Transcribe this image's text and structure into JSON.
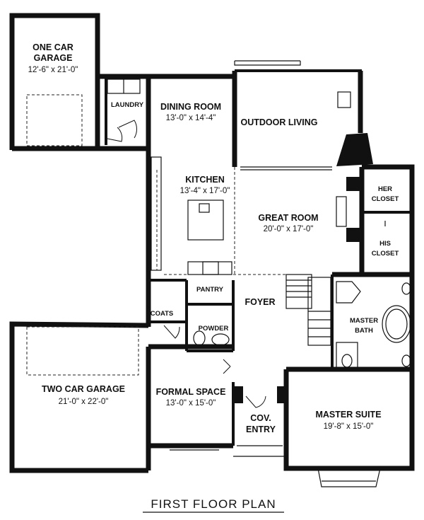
{
  "rooms": {
    "one_car_garage": {
      "name_line1": "ONE CAR",
      "name_line2": "GARAGE",
      "size": "12'-6\" x 21'-0\""
    },
    "laundry": {
      "name": "LAUNDRY"
    },
    "dining_room": {
      "name": "DINING ROOM",
      "size": "13'-0\" x 14'-4\""
    },
    "outdoor_living": {
      "name": "OUTDOOR LIVING"
    },
    "kitchen": {
      "name": "KITCHEN",
      "size": "13'-4\" x 17'-0\""
    },
    "great_room": {
      "name": "GREAT ROOM",
      "size": "20'-0\" x 17'-0\""
    },
    "her_closet": {
      "name_line1": "HER",
      "name_line2": "CLOSET"
    },
    "his_closet": {
      "name_line1": "HIS",
      "name_line2": "CLOSET"
    },
    "pantry": {
      "name": "PANTRY"
    },
    "coats": {
      "name": "COATS"
    },
    "powder": {
      "name": "POWDER"
    },
    "foyer": {
      "name": "FOYER"
    },
    "master_bath": {
      "name_line1": "MASTER",
      "name_line2": "BATH"
    },
    "two_car_garage": {
      "name": "TWO CAR GARAGE",
      "size": "21'-0\" x 22'-0\""
    },
    "formal_space": {
      "name": "FORMAL SPACE",
      "size": "13'-0\" x 15'-0\""
    },
    "cov_entry": {
      "name_line1": "COV.",
      "name_line2": "ENTRY"
    },
    "master_suite": {
      "name": "MASTER SUITE",
      "size": "19'-8\" x 15'-0\""
    }
  },
  "plan_title": "FIRST FLOOR PLAN"
}
